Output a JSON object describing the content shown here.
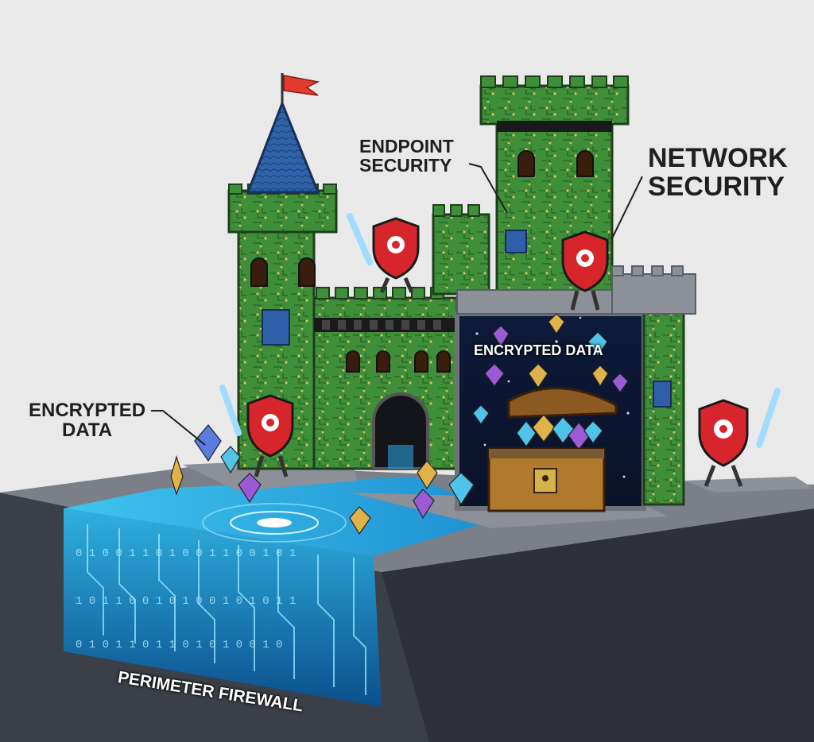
{
  "labels": {
    "endpoint_security": [
      "ENDPOINT",
      "SECURITY"
    ],
    "network_security": [
      "NETWORK",
      "SECURITY"
    ],
    "encrypted_data_left": [
      "ENCRYPTED",
      "DATA"
    ],
    "encrypted_data_vault": "ENCRYPTED DATA",
    "perimeter_firewall": "PERIMETER FIREWALL"
  },
  "colors": {
    "background": "#e9e9e9",
    "ground": "#3b3f47",
    "castle_green": "#3f8f3a",
    "castle_dark": "#2a5f27",
    "roof_blue": "#2f62a8",
    "moat_cyan": "#2fb8e6",
    "shield_red": "#d6262b",
    "flag_red": "#e23b2e",
    "chest_wood": "#b07a2c"
  },
  "icons": [
    "flag-icon",
    "shield-icon",
    "sword-icon",
    "gem-icon",
    "treasure-chest-icon",
    "chip-icon",
    "gate-icon"
  ]
}
